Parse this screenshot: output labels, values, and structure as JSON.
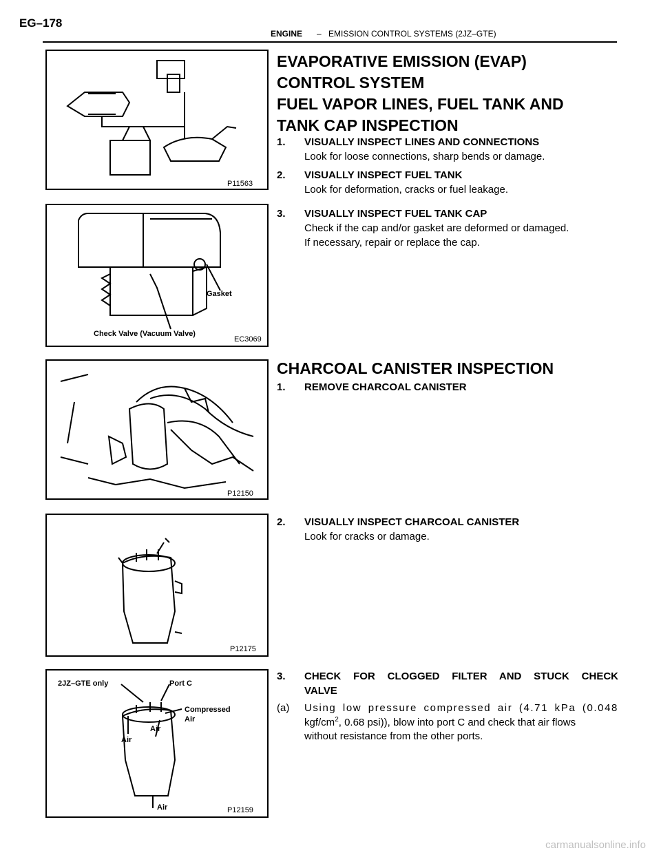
{
  "header": {
    "page_number": "EG–178",
    "section": "ENGINE",
    "separator": "–",
    "subsection": "EMISSION CONTROL SYSTEMS (2JZ–GTE)"
  },
  "figures": {
    "fig1": {
      "code": "P11563"
    },
    "fig2": {
      "code": "EC3069",
      "label_gasket": "Gasket",
      "label_valve": "Check Valve (Vacuum Valve)"
    },
    "fig3": {
      "code": "P12150"
    },
    "fig4": {
      "code": "P12175"
    },
    "fig5": {
      "code": "P12159",
      "label_2jz": "2JZ–GTE only",
      "label_portc": "Port C",
      "label_comp1": "Compressed",
      "label_comp2": "Air",
      "label_air1": "Air",
      "label_air2": "Air",
      "label_air3": "Air"
    }
  },
  "section1": {
    "title_lines": [
      "EVAPORATIVE EMISSION (EVAP)",
      "CONTROL SYSTEM",
      "FUEL VAPOR LINES, FUEL TANK AND",
      "TANK CAP INSPECTION"
    ],
    "steps": [
      {
        "num": "1.",
        "title": "VISUALLY INSPECT LINES AND CONNECTIONS",
        "text": [
          "Look for loose connections, sharp bends or damage."
        ]
      },
      {
        "num": "2.",
        "title": "VISUALLY INSPECT FUEL TANK",
        "text": [
          "Look for deformation, cracks or fuel leakage."
        ]
      },
      {
        "num": "3.",
        "title": "VISUALLY INSPECT FUEL TANK CAP",
        "text": [
          "Check if the cap and/or gasket are deformed or damaged.",
          "If necessary, repair or replace the cap."
        ]
      }
    ]
  },
  "section2": {
    "title": "CHARCOAL CANISTER INSPECTION",
    "step1": {
      "num": "1.",
      "title": "REMOVE CHARCOAL CANISTER"
    },
    "step2": {
      "num": "2.",
      "title": "VISUALLY INSPECT CHARCOAL CANISTER",
      "text": "Look for cracks or damage."
    },
    "step3": {
      "num": "3.",
      "title_line1": "CHECK FOR CLOGGED FILTER AND STUCK CHECK",
      "title_line2": "VALVE"
    },
    "substep": {
      "label": "(a)",
      "line1": "Using low pressure compressed air (4.71 kPa (0.048",
      "line2_pre": "kgf/cm",
      "line2_sup": "2",
      "line2_post": ", 0.68 psi)), blow into port C and check that air flows",
      "line3": "without resistance from the other ports."
    }
  },
  "watermark": "carmanualsonline.info"
}
